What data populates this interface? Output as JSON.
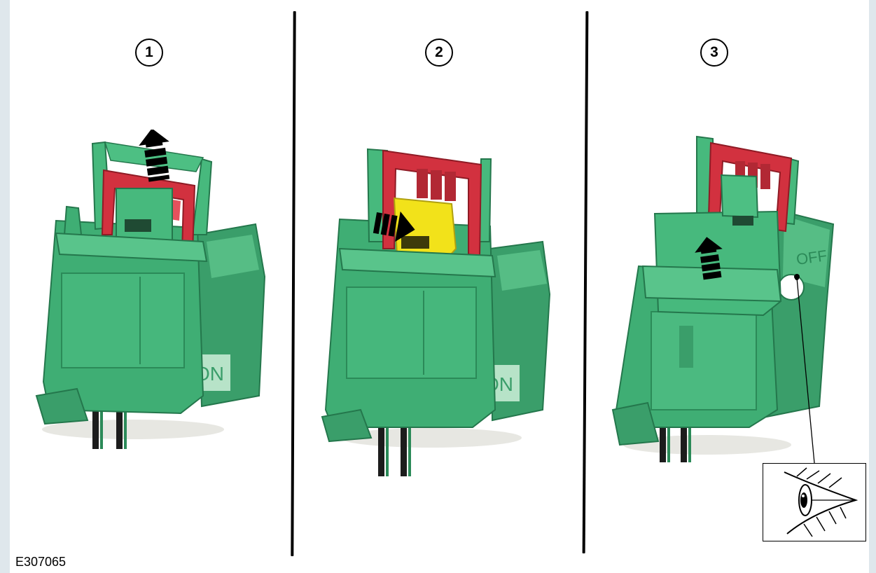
{
  "figure": {
    "id_label": "E307065"
  },
  "steps": [
    {
      "number": "1",
      "action": "pull-up",
      "connector_label": "ON"
    },
    {
      "number": "2",
      "action": "push-right",
      "connector_label": "ON"
    },
    {
      "number": "3",
      "action": "pull-up",
      "connector_label": "OFF"
    }
  ],
  "icons": {
    "arrow": "dashed-arrow-icon",
    "inset": "eye-icon"
  },
  "colors": {
    "housing_green": "#3fae74",
    "housing_green_dark": "#2b8a58",
    "lock_red": "#d2313f",
    "slider_yellow": "#f2e21a",
    "wire": "#1c1c1c",
    "divider": "#000000",
    "background_edge": "#dfe7ec"
  }
}
